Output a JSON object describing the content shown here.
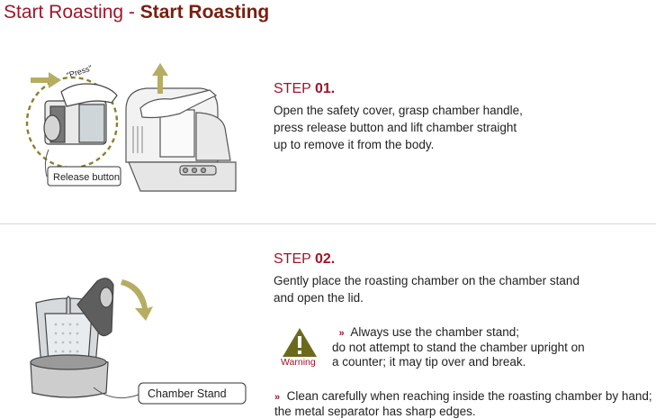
{
  "header": {
    "title_light": "Start Roasting",
    "title_sep": " - ",
    "title_bold": "Start Roasting"
  },
  "step1": {
    "label": "STEP",
    "number": "01.",
    "lines": [
      "Open the safety cover, grasp chamber handle,",
      "press release button and lift chamber straight",
      "up to remove it from the body."
    ],
    "figure": {
      "press_callout": "\"Press\"",
      "release_label": "Release button"
    }
  },
  "step2": {
    "label": "STEP",
    "number": "02.",
    "lines": [
      "Gently place the roasting chamber on the chamber stand",
      "and open the lid."
    ],
    "figure": {
      "stand_label": "Chamber Stand"
    },
    "warning": {
      "icon": "warning-triangle-icon",
      "label": "Warning",
      "bullet": "»",
      "lines": [
        "Always use the chamber stand;",
        "do not attempt to stand the chamber upright on",
        "a counter; it may tip over and break."
      ]
    },
    "note": {
      "bullet": "»",
      "lines": [
        "Clean carefully when reaching inside the roasting chamber by hand;",
        "the metal separator has sharp edges."
      ]
    }
  },
  "colors": {
    "accent": "#a0152a",
    "title_bold": "#7b1d0e",
    "warning_fill": "#6b6a1c"
  }
}
